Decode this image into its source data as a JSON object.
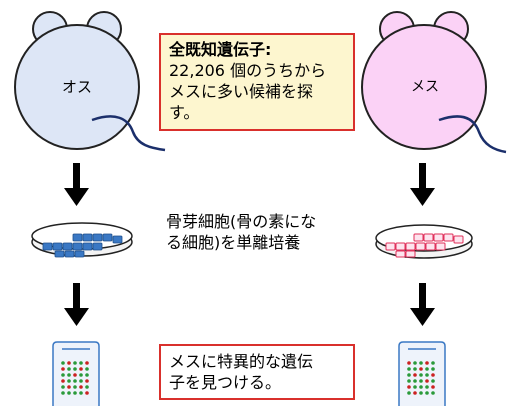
{
  "male_label": "オス",
  "female_label": "メス",
  "box_top": {
    "title": "全既知遺伝子",
    "colon": ":",
    "line1": "22,206 個のうちから",
    "line2": "メスに多い候補を探",
    "line3": "す。"
  },
  "middle_text": {
    "line1": "骨芽細胞(骨の素にな",
    "line2": "る細胞)を単離培養"
  },
  "box_bottom": {
    "line1": "メスに特異的な遺伝",
    "line2": "子を見つける。"
  },
  "colors": {
    "male_body": "#dde6f6",
    "female_body": "#fbd2f6",
    "male_cells": "#3a78c4",
    "female_cells": "#e0305a",
    "box_border": "#d9302c",
    "box_fill": "#fdf6cf",
    "tail": "#1b2f6b"
  }
}
